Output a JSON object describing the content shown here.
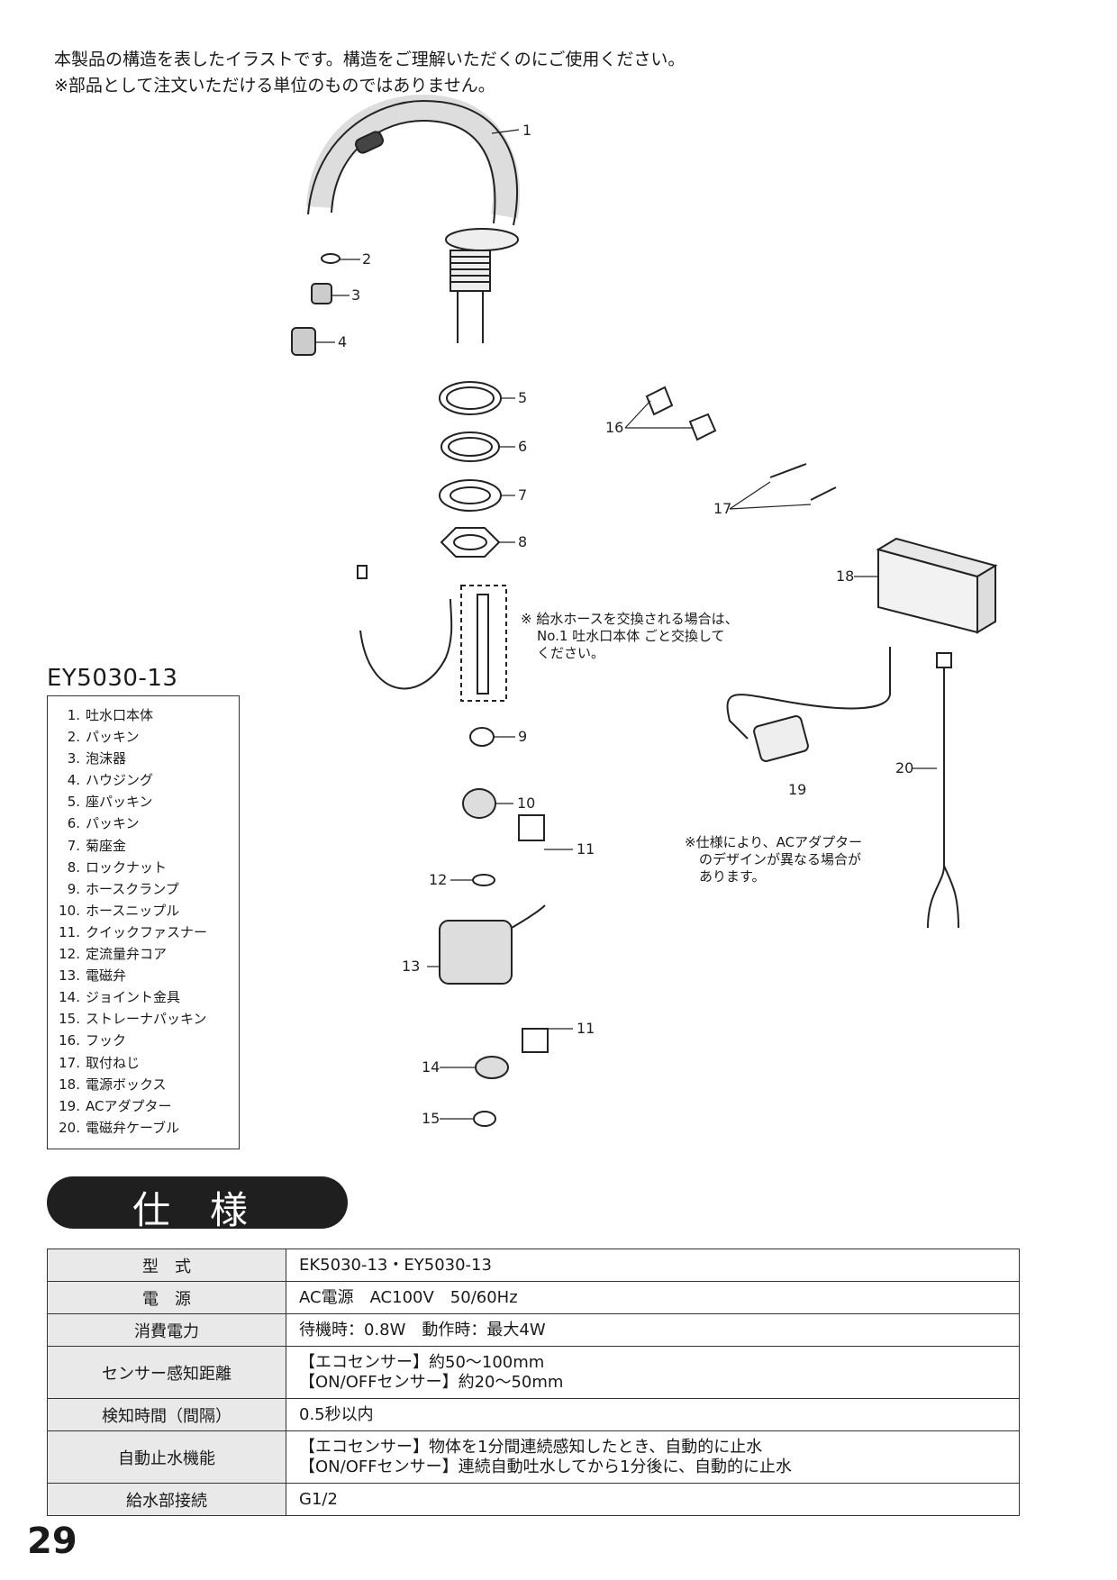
{
  "intro": {
    "line1": "本製品の構造を表したイラストです。構造をご理解いただくのにご使用ください。",
    "line2": "※部品として注文いただける単位のものではありません。"
  },
  "diagram": {
    "callouts": [
      "1",
      "2",
      "3",
      "4",
      "5",
      "6",
      "7",
      "8",
      "9",
      "10",
      "11",
      "11",
      "12",
      "13",
      "14",
      "15",
      "16",
      "17",
      "18",
      "19",
      "20"
    ],
    "note_hose": [
      "※ 給水ホースを交換される場合は、",
      "No.1 吐水口本体 ごと交換して",
      "ください。"
    ],
    "note_adapter": [
      "※仕様により、ACアダプター",
      "のデザインが異なる場合が",
      "あります。"
    ]
  },
  "model": "EY5030-13",
  "parts": [
    {
      "num": "1.",
      "name": "吐水口本体"
    },
    {
      "num": "2.",
      "name": "パッキン"
    },
    {
      "num": "3.",
      "name": "泡沫器"
    },
    {
      "num": "4.",
      "name": "ハウジング"
    },
    {
      "num": "5.",
      "name": "座パッキン"
    },
    {
      "num": "6.",
      "name": "パッキン"
    },
    {
      "num": "7.",
      "name": "菊座金"
    },
    {
      "num": "8.",
      "name": "ロックナット"
    },
    {
      "num": "9.",
      "name": "ホースクランプ"
    },
    {
      "num": "10.",
      "name": "ホースニップル"
    },
    {
      "num": "11.",
      "name": "クイックファスナー"
    },
    {
      "num": "12.",
      "name": "定流量弁コア"
    },
    {
      "num": "13.",
      "name": "電磁弁"
    },
    {
      "num": "14.",
      "name": "ジョイント金具"
    },
    {
      "num": "15.",
      "name": "ストレーナパッキン"
    },
    {
      "num": "16.",
      "name": "フック"
    },
    {
      "num": "17.",
      "name": "取付ねじ"
    },
    {
      "num": "18.",
      "name": "電源ボックス"
    },
    {
      "num": "19.",
      "name": "ACアダプター"
    },
    {
      "num": "20.",
      "name": "電磁弁ケーブル"
    }
  ],
  "spec": {
    "banner": "仕様",
    "rows": [
      {
        "label": "型　式",
        "value": "EK5030-13・EY5030-13"
      },
      {
        "label": "電　源",
        "value": "AC電源　AC100V　50/60Hz"
      },
      {
        "label": "消費電力",
        "value": "待機時：0.8W　動作時：最大4W"
      },
      {
        "label": "センサー感知距離",
        "value": "【エコセンサー】約50～100mm\n【ON/OFFセンサー】約20～50mm"
      },
      {
        "label": "検知時間（間隔）",
        "value": "0.5秒以内"
      },
      {
        "label": "自動止水機能",
        "value": "【エコセンサー】物体を1分間連続感知したとき、自動的に止水\n【ON/OFFセンサー】連続自動吐水してから1分後に、自動的に止水"
      },
      {
        "label": "給水部接続",
        "value": "G1/2"
      }
    ]
  },
  "page_number": "29"
}
